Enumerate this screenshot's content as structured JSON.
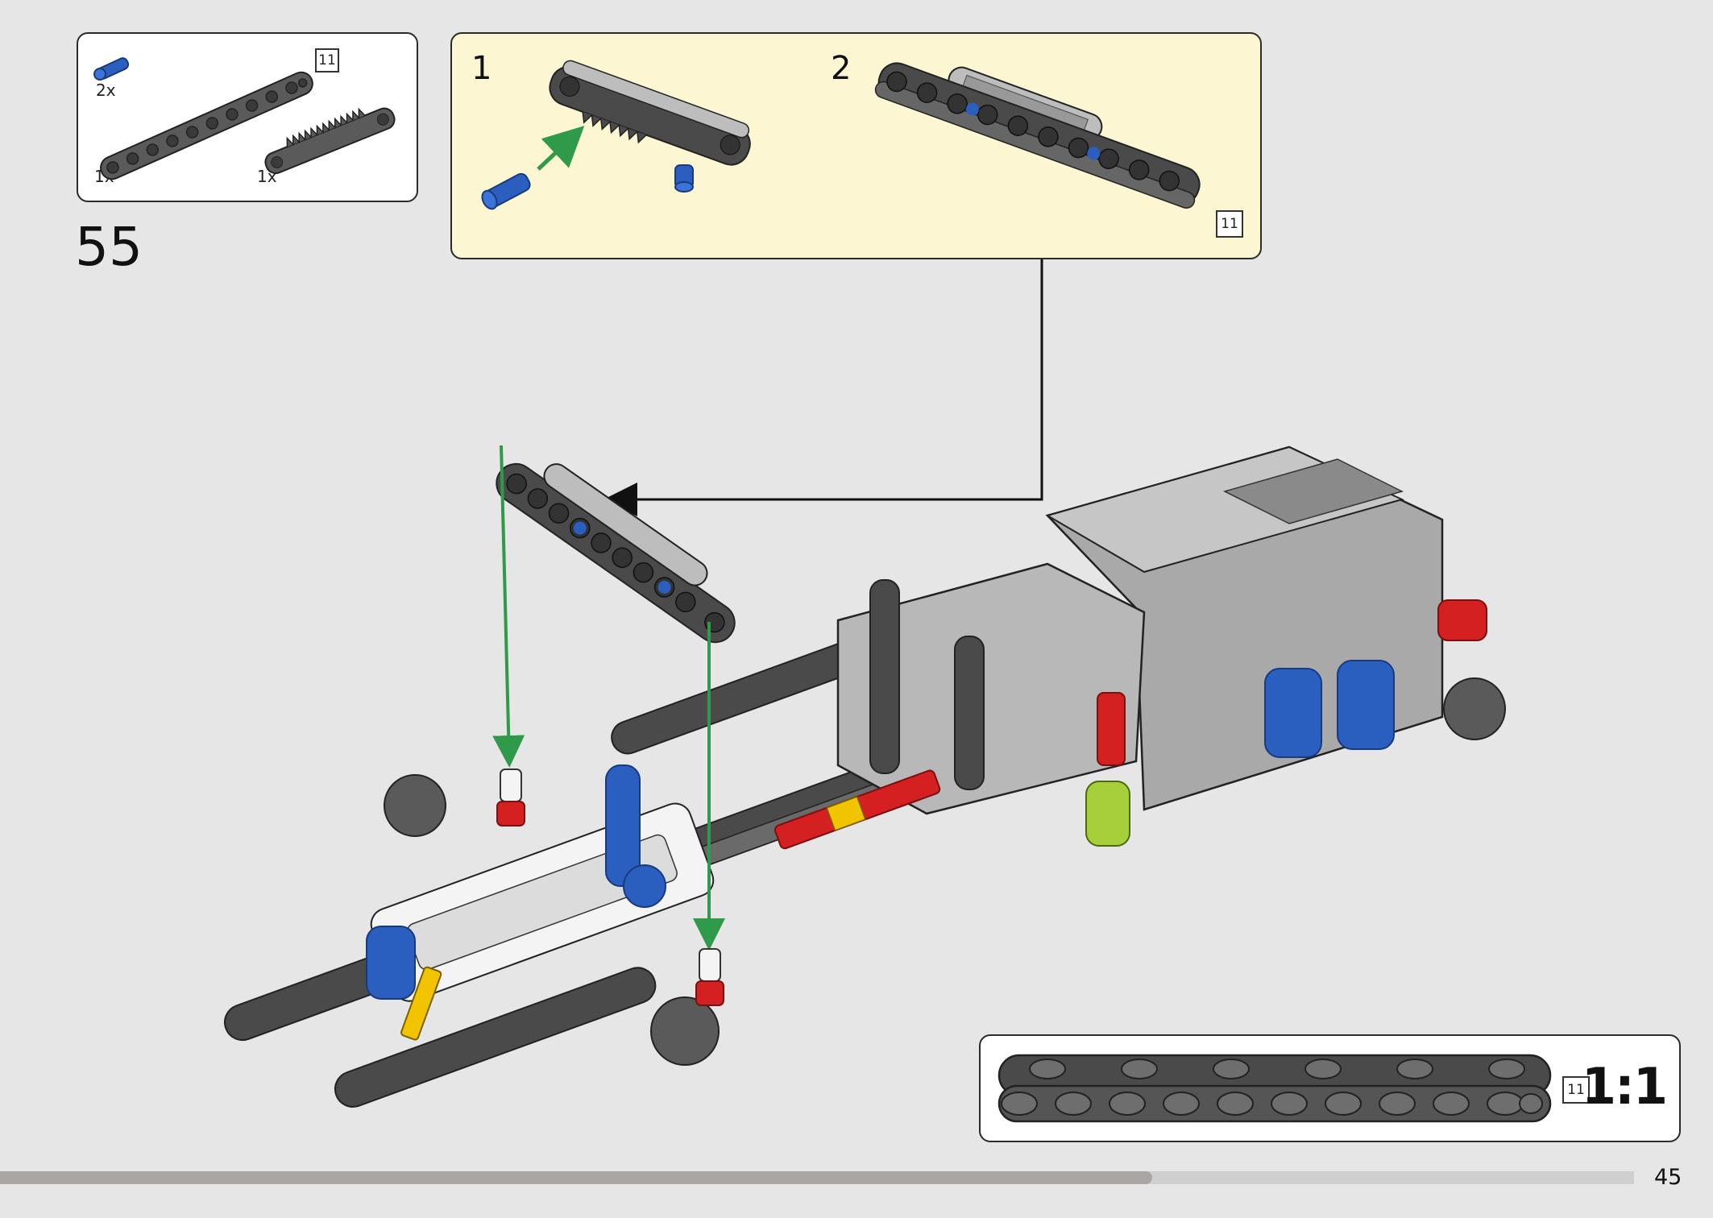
{
  "parts_callout": {
    "items": [
      {
        "quantity": "2x",
        "part_icon": "blue-pin-icon"
      },
      {
        "quantity": "1x",
        "part_icon": "beam-11-icon",
        "length": "11"
      },
      {
        "quantity": "1x",
        "part_icon": "gear-rack-beam-icon"
      }
    ]
  },
  "step_number": "55",
  "sub_assembly": {
    "steps": [
      {
        "number": "1"
      },
      {
        "number": "2",
        "length": "11"
      }
    ]
  },
  "scale_callout": {
    "length": "11",
    "scale": "1:1"
  },
  "footer": {
    "page_number": "45",
    "progress_percent": 70.5
  },
  "colors": {
    "background": "#e6e6e6",
    "subassembly_bg": "#fcf6d2",
    "arrow_green": "#2e9a4a",
    "pin_blue": "#2b5fbf",
    "beam_dark": "#4a4a4a",
    "beam_light": "#bdbdbd",
    "accent_red": "#d42020",
    "accent_yellow": "#f2c400",
    "accent_lime": "#a6cf3a"
  }
}
